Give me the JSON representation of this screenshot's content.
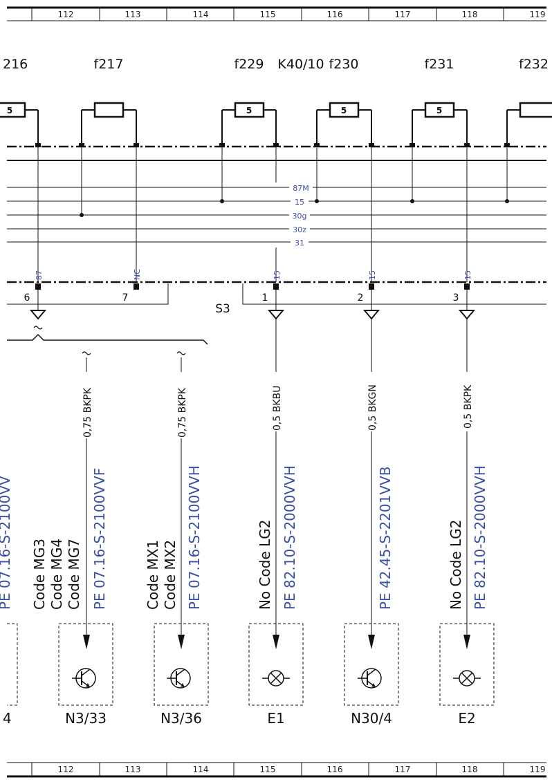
{
  "ruler": {
    "top_cells": [
      "112",
      "113",
      "114",
      "115",
      "116",
      "117",
      "118",
      "119"
    ],
    "bottom_cells": [
      "112",
      "113",
      "114",
      "115",
      "116",
      "117",
      "118",
      "119"
    ]
  },
  "fuses": [
    {
      "id": "f216",
      "label": "216",
      "rating": "5"
    },
    {
      "id": "f217",
      "label": "f217",
      "rating": ""
    },
    {
      "id": "f229",
      "label": "f229",
      "rating": "5"
    },
    {
      "id": "f230",
      "label": "f230",
      "rating": "5"
    },
    {
      "id": "f231",
      "label": "f231",
      "rating": "5"
    },
    {
      "id": "f232",
      "label": "f232",
      "rating": ""
    }
  ],
  "module_label": "K40/10",
  "bus_lines": [
    "87M",
    "15",
    "30g",
    "30z",
    "31"
  ],
  "pin_codes": [
    "87",
    "NC",
    "15",
    "15",
    "15"
  ],
  "connector_left": {
    "pins": [
      "6",
      "7"
    ]
  },
  "connector_right": {
    "label": "S3",
    "pins": [
      "1",
      "2",
      "3"
    ]
  },
  "wires": [
    "0,75 BKPK",
    "0,75 BKPK",
    "0,5 BKBU",
    "0,5 BKGN",
    "0,5 BKPK"
  ],
  "branch_notes": [
    {
      "codes": [
        "Code MG3",
        "Code MG4",
        "Code MG7"
      ],
      "pe": "PE 07.16-S-2100VVF"
    },
    {
      "codes": [
        "Code MX1",
        "Code MX2"
      ],
      "pe": "PE 07.16-S-2100VVH"
    },
    {
      "codes": [
        "No Code LG2"
      ],
      "pe": "PE 82.10-S-2000VVH"
    },
    {
      "codes": [],
      "pe": "PE 42.45-S-2201VVB"
    },
    {
      "codes": [
        "No Code LG2"
      ],
      "pe": "PE 82.10-S-2000VVH"
    }
  ],
  "left_partial_pe": "PE 07.16-S-2100VV",
  "components": [
    "N3/33",
    "N3/36",
    "E1",
    "N30/4",
    "E2"
  ],
  "left_partial_component": "4"
}
